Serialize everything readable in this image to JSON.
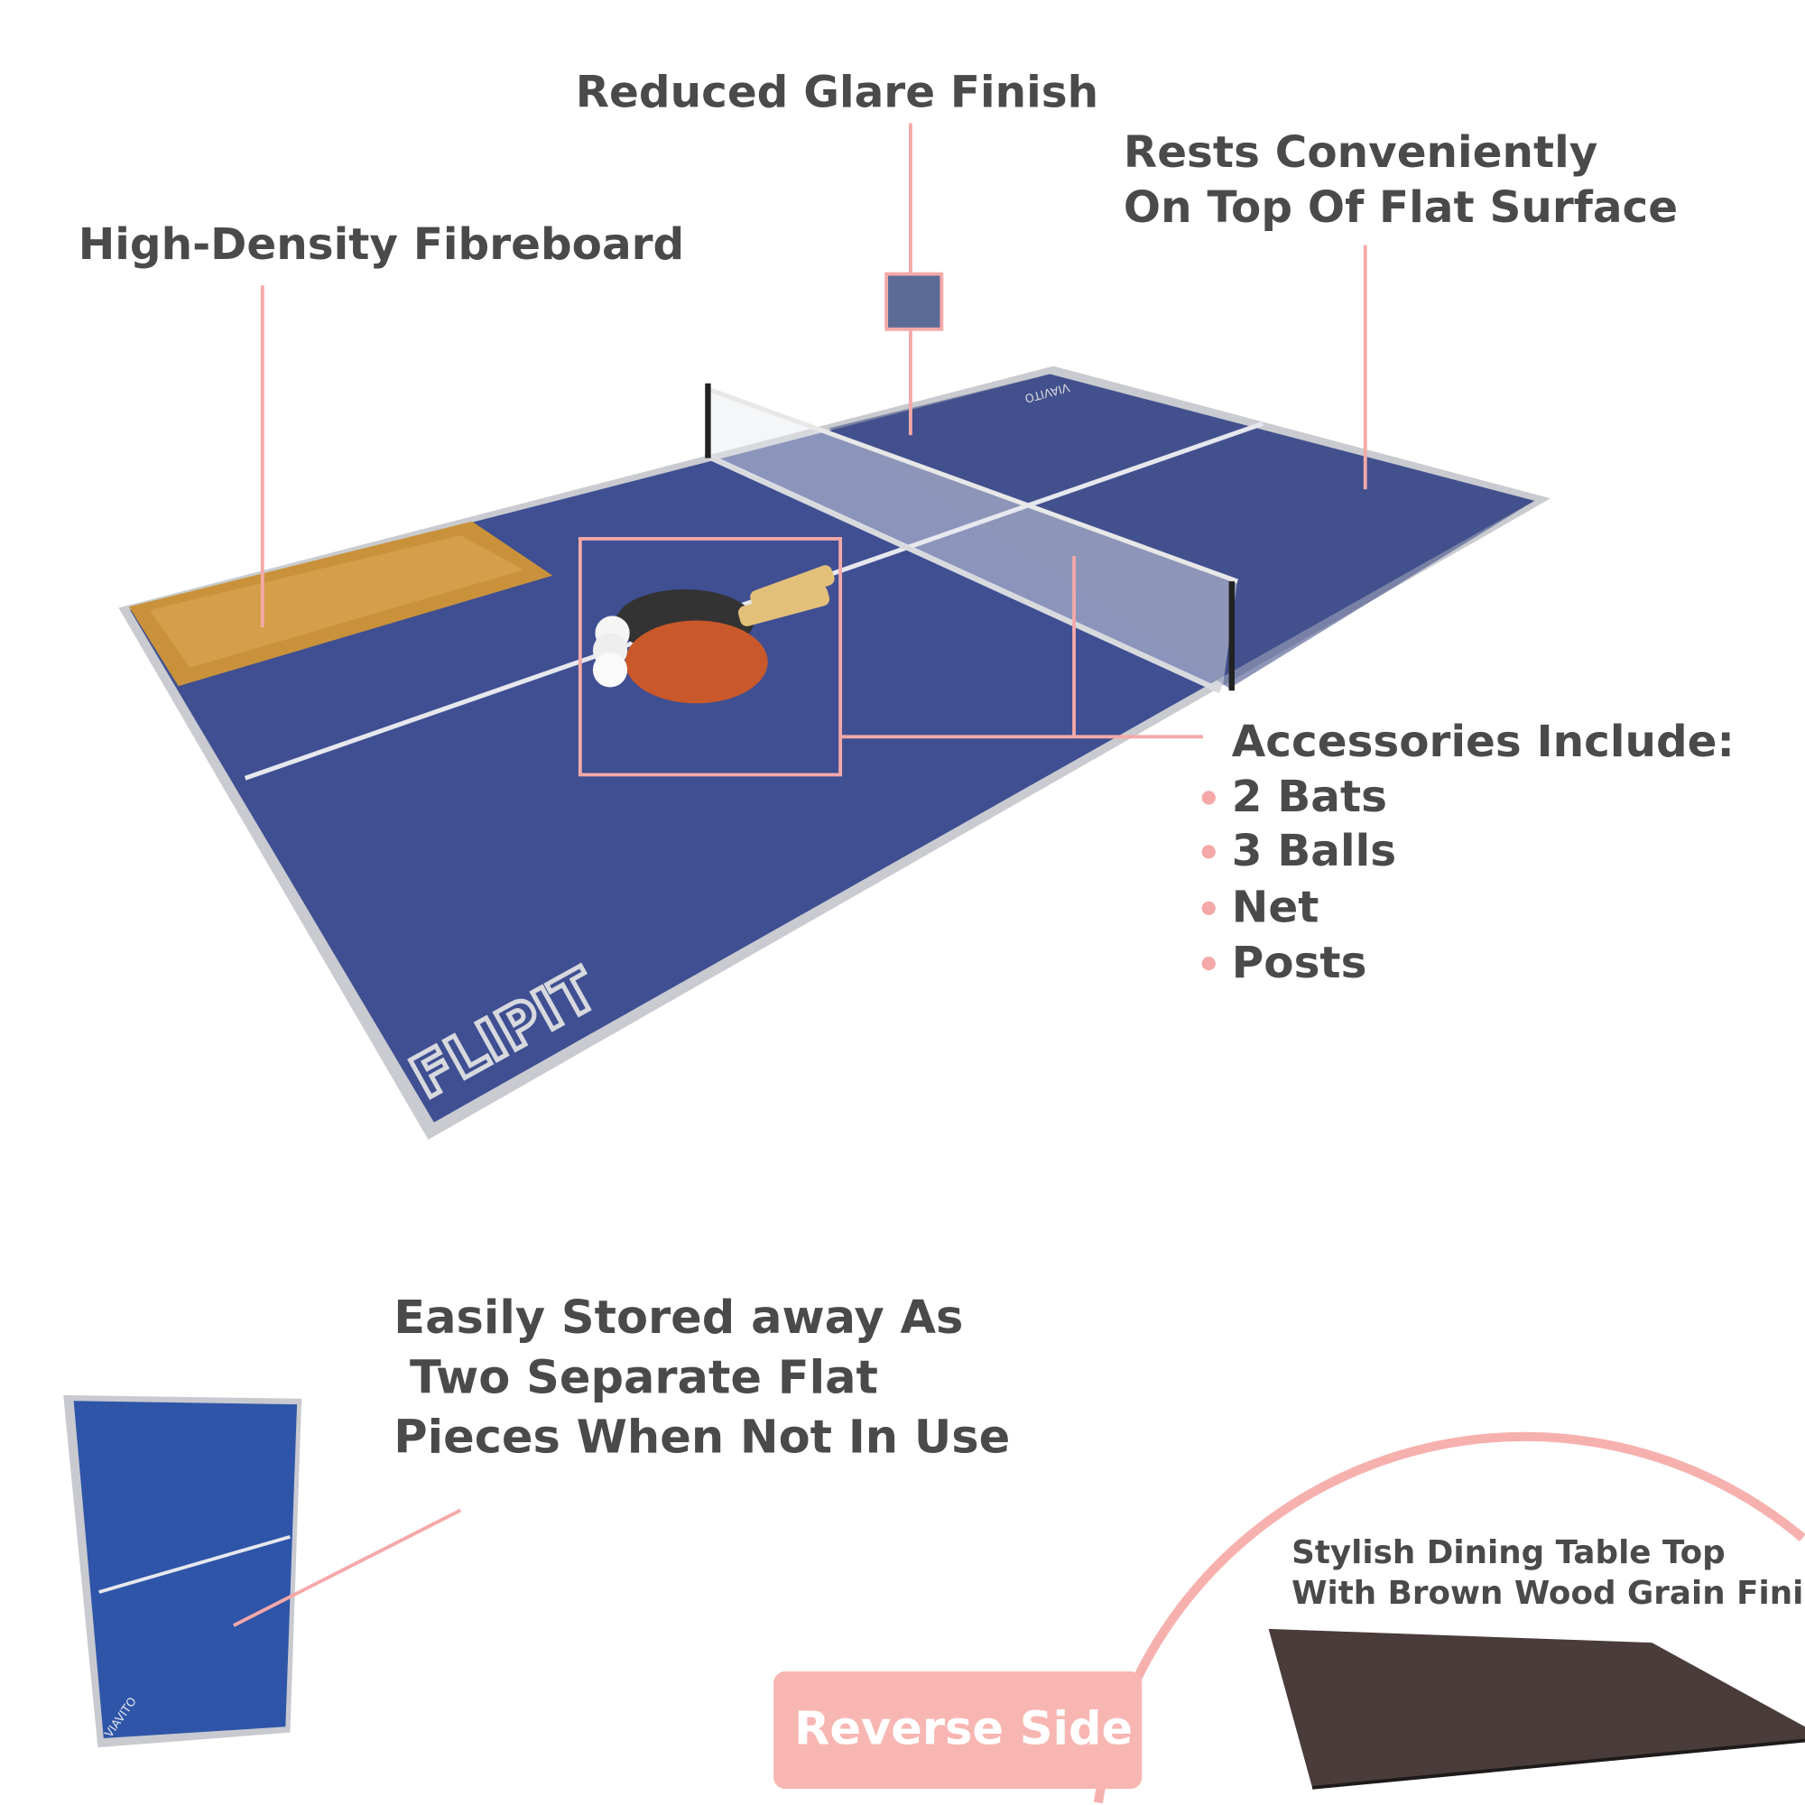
{
  "colors": {
    "text": "#4a4a4a",
    "accent": "#f4a9a8",
    "table_blue": "#3f4f92",
    "reverse_brown": "#4a3c3a"
  },
  "callouts": {
    "fibreboard": "High-Density Fibreboard",
    "glare": "Reduced Glare Finish",
    "rests_line1": "Rests Conveniently",
    "rests_line2": "On Top Of Flat Surface",
    "accessories_title": "Accessories Include:",
    "accessories": [
      "2 Bats",
      "3 Balls",
      "Net",
      "Posts"
    ],
    "stored_line1": "Easily Stored away As",
    "stored_line2": " Two Separate Flat",
    "stored_line3": "Pieces When Not In Use",
    "reverse_button": "Reverse Side",
    "dining_line1": "Stylish Dining Table Top",
    "dining_line2": "With Brown Wood Grain Finish"
  },
  "brand": {
    "table_logo": "FLIPIT",
    "maker_mark": "VIAVITO"
  }
}
